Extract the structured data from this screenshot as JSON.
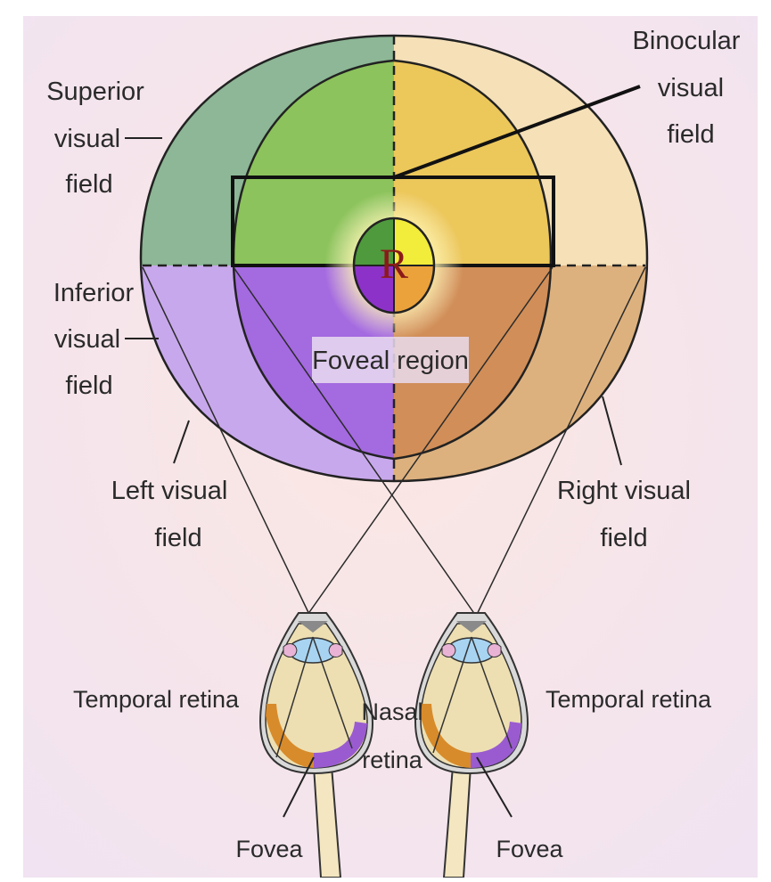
{
  "labels": {
    "superior": [
      "Superior",
      "visual",
      "field"
    ],
    "inferior": [
      "Inferior",
      "visual",
      "field"
    ],
    "binocular": [
      "Binocular",
      "visual",
      "field"
    ],
    "left_field": [
      "Left visual",
      "field"
    ],
    "right_field": [
      "Right visual",
      "field"
    ],
    "foveal_region": "Foveal region",
    "fixation_letter": "R",
    "temporal_retina_left": "Temporal retina",
    "temporal_retina_right": "Temporal retina",
    "nasal_retina": [
      "Nasal",
      "retina"
    ],
    "fovea_left": "Fovea",
    "fovea_right": "Fovea"
  },
  "colors": {
    "left_superior": "#8db796",
    "left_superior_binocular": "#8cc35c",
    "left_inferior": "#c8a8ec",
    "left_inferior_binocular": "#a46ae0",
    "right_superior": "#f5e0b7",
    "right_superior_binocular": "#ecc75a",
    "right_inferior": "#ddb17e",
    "right_inferior_binocular": "#d18e58",
    "fovea_green": "#4e9a3c",
    "fovea_yellow": "#f2ec3a",
    "fovea_purple": "#8d32c8",
    "fovea_orange": "#eca23a",
    "letter": "#8b1a1a"
  }
}
